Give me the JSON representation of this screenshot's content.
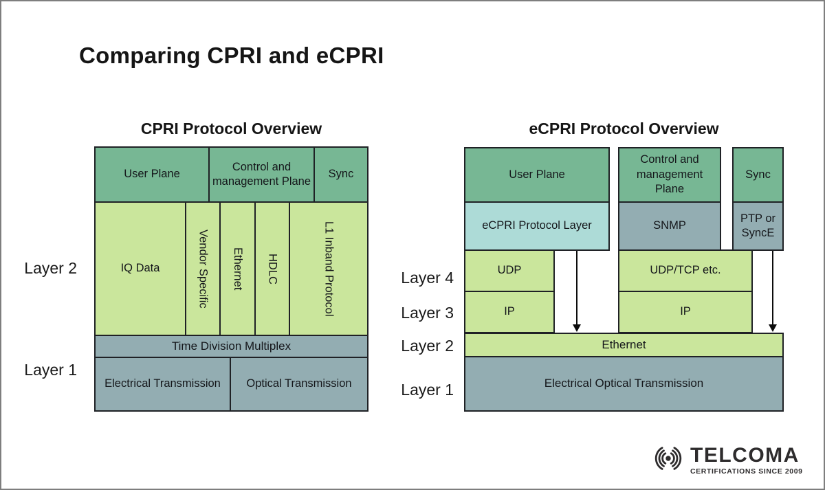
{
  "title": "Comparing CPRI and eCPRI",
  "cpri": {
    "heading": "CPRI Protocol Overview",
    "user_plane": "User Plane",
    "control_plane": "Control and management Plane",
    "sync": "Sync",
    "iq_data": "IQ Data",
    "vendor_specific": "Vendor Specific",
    "ethernet": "Ethernet",
    "hdlc": "HDLC",
    "l1_inband": "L1 Inband Protocol",
    "tdm": "Time Division Multiplex",
    "electrical": "Electrical Transmission",
    "optical": "Optical Transmission",
    "layer2": "Layer 2",
    "layer1": "Layer 1"
  },
  "ecpri": {
    "heading": "eCPRI Protocol Overview",
    "user_plane": "User Plane",
    "control_plane": "Control and management Plane",
    "sync": "Sync",
    "protocol_layer": "eCPRI Protocol Layer",
    "snmp": "SNMP",
    "ptp_synce": "PTP or SyncE",
    "udp": "UDP",
    "udp_tcp": "UDP/TCP etc.",
    "ip_left": "IP",
    "ip_right": "IP",
    "ethernet": "Ethernet",
    "eot": "Electrical Optical Transmission",
    "layer4": "Layer 4",
    "layer3": "Layer 3",
    "layer2": "Layer 2",
    "layer1": "Layer 1"
  },
  "logo": {
    "name": "TELCOMA",
    "tagline": "CERTIFICATIONS SINCE 2009"
  },
  "colors": {
    "plane_green": "#77b794",
    "protocol_light_green": "#cae69c",
    "transport_gray_blue": "#93adb2",
    "ecpri_teal": "#addbd7",
    "border": "#1f2125"
  }
}
